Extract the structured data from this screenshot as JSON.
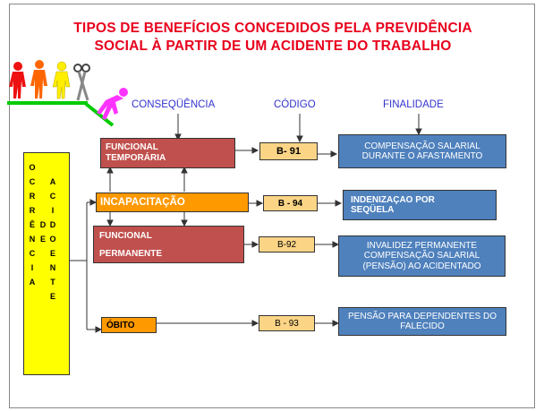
{
  "title": {
    "line1": "TIPOS DE BENEFÍCIOS CONCEDIDOS PELA PREVIDÊNCIA",
    "line2": "SOCIAL À PARTIR DE UM ACIDENTE DO TRABALHO"
  },
  "headers": {
    "consequencia": "CONSEQÜÊNCIA",
    "codigo": "CÓDIGO",
    "finalidade": "FINALIDADE"
  },
  "vertical": {
    "col1": [
      "O",
      "C",
      "R",
      "R",
      "Ê",
      "N",
      "C",
      "I",
      "A"
    ],
    "col2": [
      "",
      "A",
      "C",
      "I",
      "D",
      "O",
      "E",
      "N",
      "T",
      "E"
    ],
    "col3": [
      "",
      "",
      "",
      "",
      "D",
      "E",
      "",
      "",
      "",
      ""
    ]
  },
  "consequences": {
    "funcional_temporaria": "FUNCIONAL TEMPORÁRIA",
    "incapacitacao": "INCAPACITAÇÃO",
    "funcional_permanente_1": "FUNCIONAL",
    "funcional_permanente_2": "PERMANENTE",
    "obito": "ÓBITO"
  },
  "codes": {
    "b91": "B- 91",
    "b94": "B - 94",
    "b92": "B-92",
    "b93": "B - 93"
  },
  "purposes": {
    "compensacao": "COMPENSAÇÃO SALARIAL DURANTE O AFASTAMENTO",
    "indenizacao": "INDENIZAÇAO POR SEQÜELA",
    "invalidez": "INVALIDEZ PERMANENTE COMPENSAÇÃO SALARIAL (PENSÃO) AO ACIDENTADO",
    "pensao": "PENSÃO PARA DEPENDENTES DO FALECIDO"
  },
  "colors": {
    "title": "#e8001c",
    "headers": "#3333cc",
    "red_box": "#c0504d",
    "orange_box": "#ff9900",
    "code_box": "#fbd486",
    "purpose_box": "#4f81bd",
    "side_box": "#ffff00",
    "ground": "#00cc00"
  },
  "icons": [
    "red-person-icon",
    "orange-person-icon",
    "yellow-person-icon",
    "scissors-icon",
    "falling-magenta-person-icon"
  ]
}
